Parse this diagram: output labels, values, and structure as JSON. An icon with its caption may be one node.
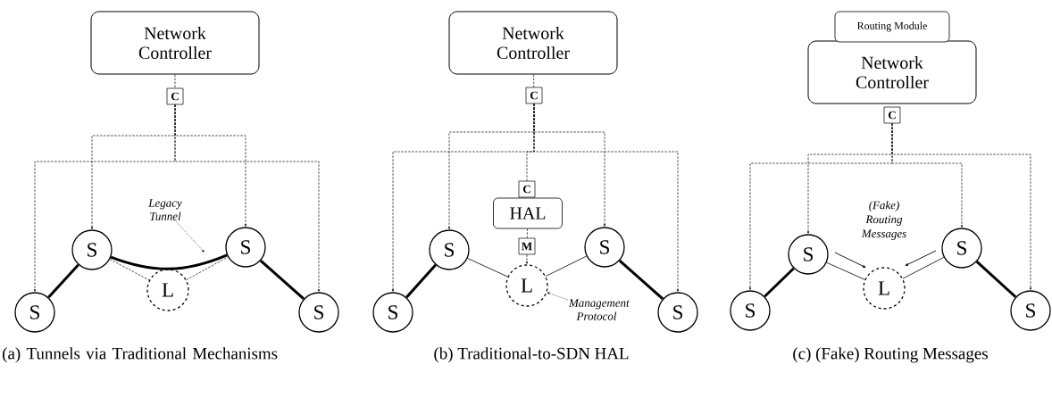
{
  "diagram": {
    "nodes": [
      {
        "text": [
          "Network Controller"
        ]
      },
      {
        "text": [
          "C"
        ]
      },
      {
        "text": [
          "Legacy Tunnel"
        ]
      },
      {
        "text": [
          "S"
        ]
      },
      {
        "text": [
          "S"
        ]
      },
      {
        "text": [
          "S"
        ]
      },
      {
        "text": [
          "L"
        ]
      },
      {
        "text": [
          "S"
        ]
      },
      {
        "text": [
          "Network Controller"
        ]
      },
      {
        "text": [
          "C"
        ]
      },
      {
        "text": [
          "C"
        ]
      },
      {
        "text": [
          "HAL"
        ]
      },
      {
        "text": [
          "M"
        ]
      },
      {
        "text": [
          "S"
        ]
      },
      {
        "text": [
          "S"
        ]
      },
      {
        "text": [
          "S"
        ]
      },
      {
        "text": [
          "L"
        ]
      },
      {
        "text": [
          "Management Protocol"
        ]
      },
      {
        "text": [
          "S"
        ]
      },
      {
        "text": [
          "Routing Module"
        ]
      },
      {
        "text": [
          "Network Controller"
        ]
      },
      {
        "text": [
          "C"
        ]
      },
      {
        "text": [
          "S"
        ]
      },
      {
        "text": [
          "S"
        ]
      },
      {
        "text": [
          "S"
        ]
      },
      {
        "text": [
          "L"
        ]
      },
      {
        "text": [
          "S"
        ]
      }
    ],
    "edges": [
      {
        "from": 0,
        "to": 1,
        "arrow": "none",
        "style": "dashed"
      },
      {
        "from": 1,
        "to": 5,
        "arrow": "to",
        "style": "dashed"
      },
      {
        "from": 1,
        "to": 3,
        "arrow": "to",
        "style": "dashed"
      },
      {
        "from": 1,
        "to": 4,
        "arrow": "to",
        "style": "dashed"
      },
      {
        "from": 1,
        "to": 7,
        "arrow": "to",
        "style": "dashed"
      },
      {
        "from": 2,
        "to": null,
        "arrow": "to",
        "style": "dashed"
      },
      {
        "from": 5,
        "to": 3,
        "arrow": "none",
        "style": "thick"
      },
      {
        "from": 3,
        "to": 4,
        "arrow": "none",
        "style": "thick"
      },
      {
        "from": 3,
        "to": 6,
        "arrow": "none",
        "style": "dashed"
      },
      {
        "from": 6,
        "to": 4,
        "arrow": "none",
        "style": "dashed"
      },
      {
        "from": 4,
        "to": 7,
        "arrow": "none",
        "style": "thick"
      },
      {
        "from": 8,
        "to": 9,
        "arrow": "none",
        "style": "dashed"
      },
      {
        "from": 9,
        "to": 15,
        "arrow": "to",
        "style": "dashed"
      },
      {
        "from": 9,
        "to": 13,
        "arrow": "to",
        "style": "dashed"
      },
      {
        "from": 9,
        "to": 10,
        "arrow": "none",
        "style": "dashed"
      },
      {
        "from": 9,
        "to": 14,
        "arrow": "to",
        "style": "dashed"
      },
      {
        "from": 9,
        "to": 18,
        "arrow": "to",
        "style": "dashed"
      },
      {
        "from": 11,
        "to": 12,
        "arrow": "none",
        "style": "dashed"
      },
      {
        "from": 12,
        "to": 16,
        "arrow": "to",
        "style": "dashed"
      },
      {
        "from": 17,
        "to": 16,
        "arrow": "to",
        "style": "dashed"
      },
      {
        "from": 15,
        "to": 13,
        "arrow": "none",
        "style": "thick"
      },
      {
        "from": 13,
        "to": 16,
        "arrow": "none"
      },
      {
        "from": 16,
        "to": 14,
        "arrow": "none"
      },
      {
        "from": 14,
        "to": 18,
        "arrow": "none",
        "style": "thick"
      },
      {
        "from": 21,
        "to": 24,
        "arrow": "to",
        "style": "dashed"
      },
      {
        "from": 21,
        "to": 22,
        "arrow": "to",
        "style": "dashed"
      },
      {
        "from": 21,
        "to": 23,
        "arrow": "to",
        "style": "dashed"
      },
      {
        "from": 21,
        "to": 26,
        "arrow": "to",
        "style": "dashed"
      },
      {
        "from": 24,
        "to": 22,
        "arrow": "none",
        "style": "thick"
      },
      {
        "from": 22,
        "to": 25,
        "arrow": "none"
      },
      {
        "from": 25,
        "to": 23,
        "arrow": "none"
      },
      {
        "from": 23,
        "to": 26,
        "arrow": "none",
        "style": "thick"
      }
    ],
    "labels": [
      "(Fake) Routing Messages",
      "(a) Tunnels via Traditional Mechanisms",
      "(b) Traditional-to-SDN HAL",
      "(c) (Fake) Routing Messages"
    ]
  }
}
